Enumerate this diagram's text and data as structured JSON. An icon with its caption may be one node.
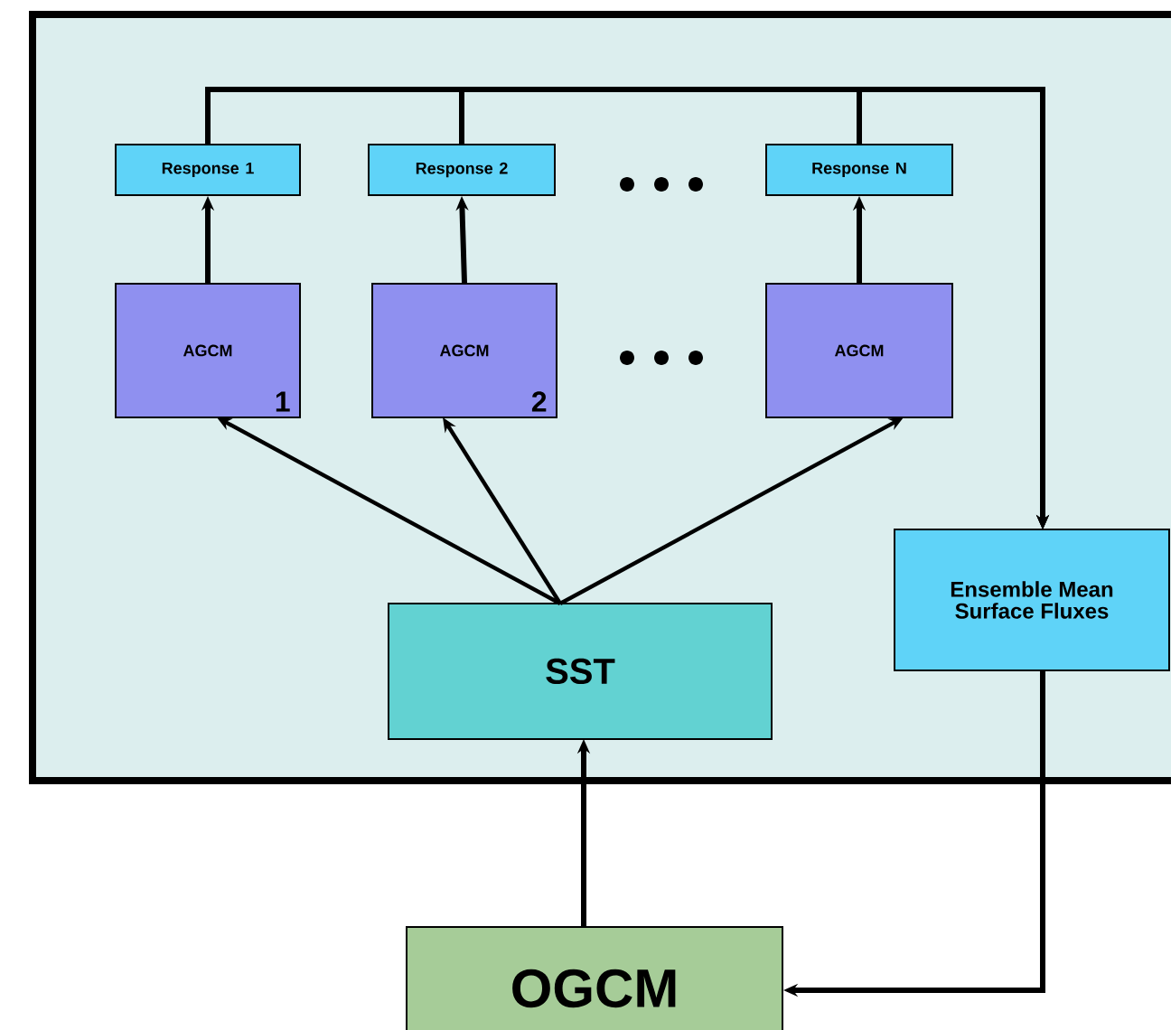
{
  "diagram": {
    "nodes": [
      {
        "text": [],
        "shape": "box"
      },
      {
        "text": [
          "Response 1"
        ],
        "in": 0
      },
      {
        "text": [
          "Response 2"
        ],
        "in": 0
      },
      {
        "text": [
          "Response N"
        ],
        "in": 0
      },
      {
        "text": [
          "AGCM",
          "1"
        ],
        "in": 0
      },
      {
        "text": [
          "AGCM",
          "2"
        ],
        "in": 0
      },
      {
        "text": [
          "AGCM"
        ],
        "in": 0
      },
      {
        "text": [
          "SST"
        ],
        "in": 0
      },
      {
        "text": [
          "Ensemble Mean Surface Fluxes"
        ],
        "in": 0
      },
      {
        "text": [
          "OGCM"
        ]
      }
    ],
    "edges": [
      {
        "from": 4,
        "to": 1,
        "arrow": "to"
      },
      {
        "from": 5,
        "to": 2,
        "arrow": "to"
      },
      {
        "from": 6,
        "to": 3,
        "arrow": "to"
      },
      {
        "from": 7,
        "to": 4,
        "arrow": "to"
      },
      {
        "from": 7,
        "to": 5,
        "arrow": "to"
      },
      {
        "from": 7,
        "to": 6,
        "arrow": "to"
      },
      {
        "from": 1,
        "to": 8,
        "arrow": "to"
      },
      {
        "from": 2,
        "to": 8,
        "arrow": "to"
      },
      {
        "from": 3,
        "to": 8,
        "arrow": "to"
      },
      {
        "from": 8,
        "to": 9,
        "arrow": "to"
      },
      {
        "from": 9,
        "to": 7,
        "arrow": "to"
      }
    ]
  }
}
